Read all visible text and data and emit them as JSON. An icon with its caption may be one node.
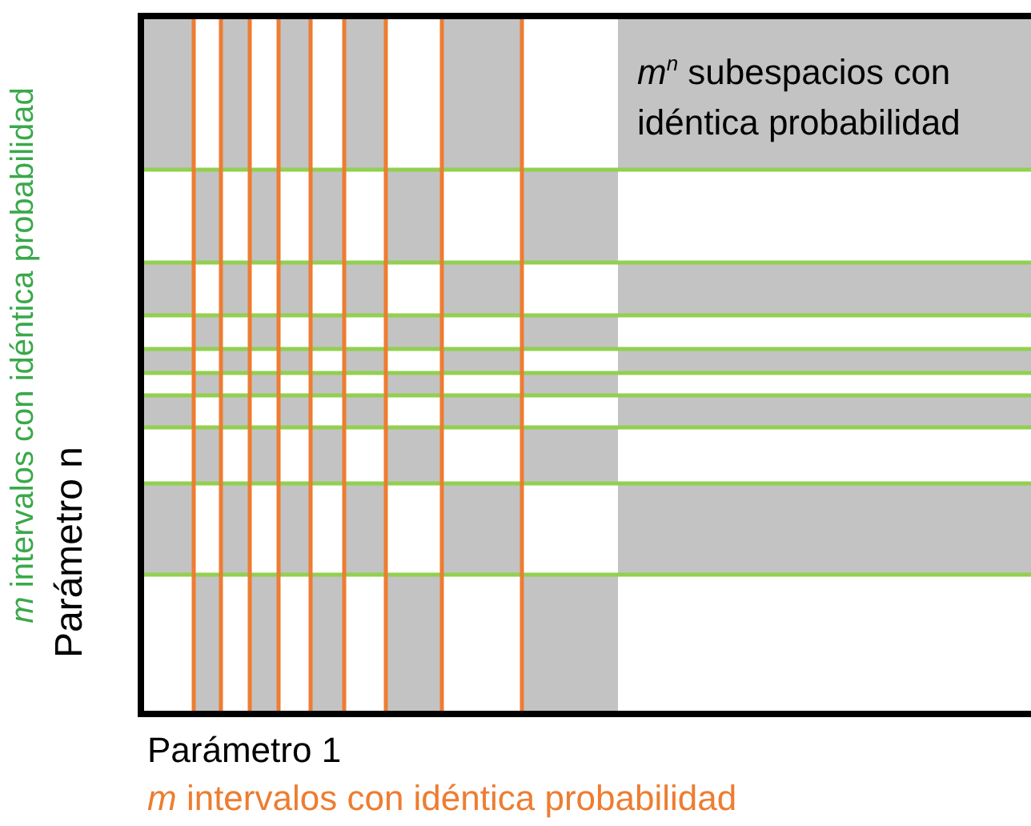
{
  "diagram": {
    "labels": [
      "*m*$^{n}$ subespacios con idéntica probabilidad",
      "*m* intervalos con idéntica probabilidad",
      "Parámetro n",
      "Parámetro 1",
      "*m* intervalos con idéntica probabilidad"
    ]
  }
}
